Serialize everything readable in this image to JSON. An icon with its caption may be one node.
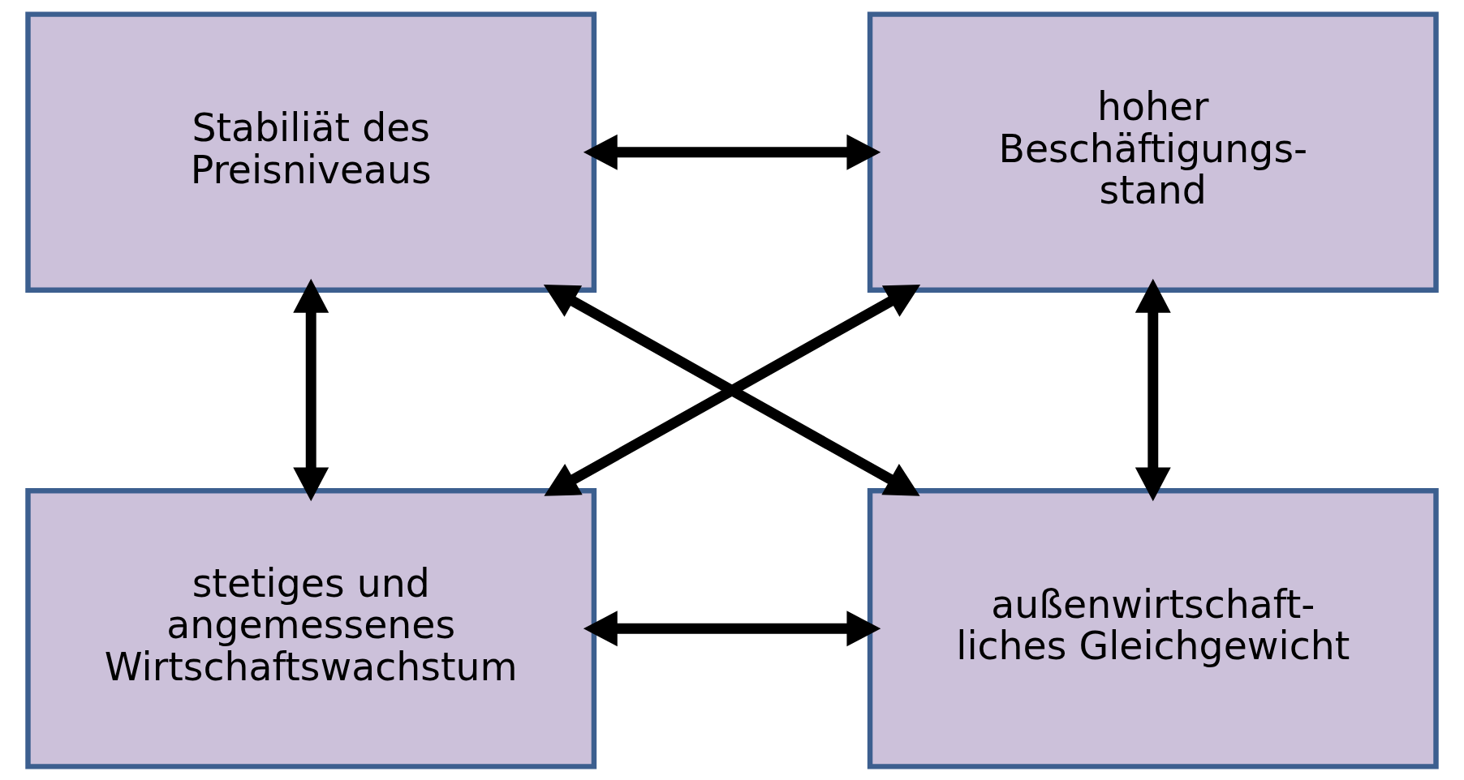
{
  "diagram": {
    "nodes": [
      {
        "text": [
          "Stabiliät des Preisniveaus"
        ]
      },
      {
        "text": [
          "hoher Beschäftigungs- stand"
        ]
      },
      {
        "text": [
          "stetiges und angemessenes Wirtschaftswachstum"
        ]
      },
      {
        "text": [
          "außenwirtschaft- liches Gleichgewicht"
        ]
      }
    ],
    "edges": [
      {
        "from": 0,
        "to": 1,
        "arrow": "both"
      },
      {
        "from": 0,
        "to": 2,
        "arrow": "both"
      },
      {
        "from": 0,
        "to": 3,
        "arrow": "both"
      },
      {
        "from": 1,
        "to": 2,
        "arrow": "both"
      },
      {
        "from": 1,
        "to": 3,
        "arrow": "both"
      },
      {
        "from": 2,
        "to": 3,
        "arrow": "both"
      }
    ]
  }
}
